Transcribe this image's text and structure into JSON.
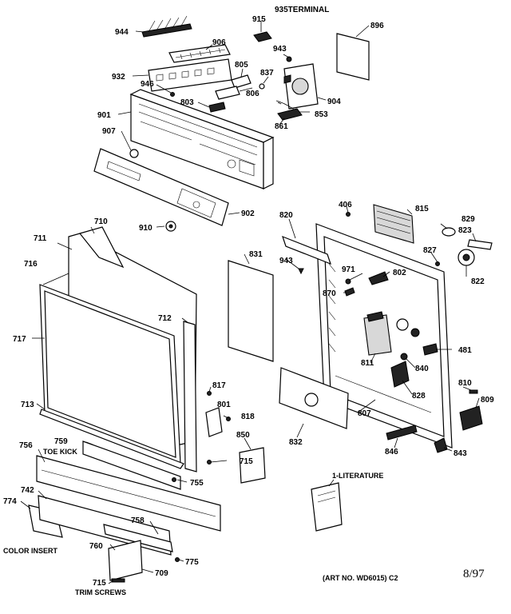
{
  "header_terminal": "935TERMINAL",
  "labels": {
    "p944": "944",
    "p915": "915",
    "p896": "896",
    "p906": "906",
    "p943a": "943",
    "p805": "805",
    "p837": "837",
    "p932": "932",
    "p946": "946",
    "p806": "806",
    "p904": "904",
    "p803": "803",
    "p901": "901",
    "p853": "853",
    "p861": "861",
    "p907": "907",
    "p902": "902",
    "p910": "910",
    "p406": "406",
    "p815": "815",
    "p829": "829",
    "p823": "823",
    "p820": "820",
    "p827": "827",
    "p822": "822",
    "p710": "710",
    "p711": "711",
    "p831": "831",
    "p943b": "943",
    "p971": "971",
    "p802": "802",
    "p870": "870",
    "p716": "716",
    "p712": "712",
    "p481": "481",
    "p717": "717",
    "p811": "811",
    "p840": "840",
    "p817": "817",
    "p810": "810",
    "p828": "828",
    "p809": "809",
    "p801": "801",
    "p713": "713",
    "p818": "818",
    "p807": "807",
    "p850": "850",
    "p832": "832",
    "p846": "846",
    "p843": "843",
    "p756": "756",
    "p759": "759",
    "p715a": "715",
    "p755": "755",
    "p742": "742",
    "p774": "774",
    "p758": "758",
    "p760": "760",
    "p775": "775",
    "p709": "709",
    "p715b": "715"
  },
  "captions": {
    "toe_kick": "TOE KICK",
    "literature": "1-LITERATURE",
    "color_insert": "COLOR INSERT",
    "trim_screws": "TRIM SCREWS"
  },
  "footer": {
    "art_no": "(ART NO. WD6015) C2",
    "date": "8/97"
  }
}
